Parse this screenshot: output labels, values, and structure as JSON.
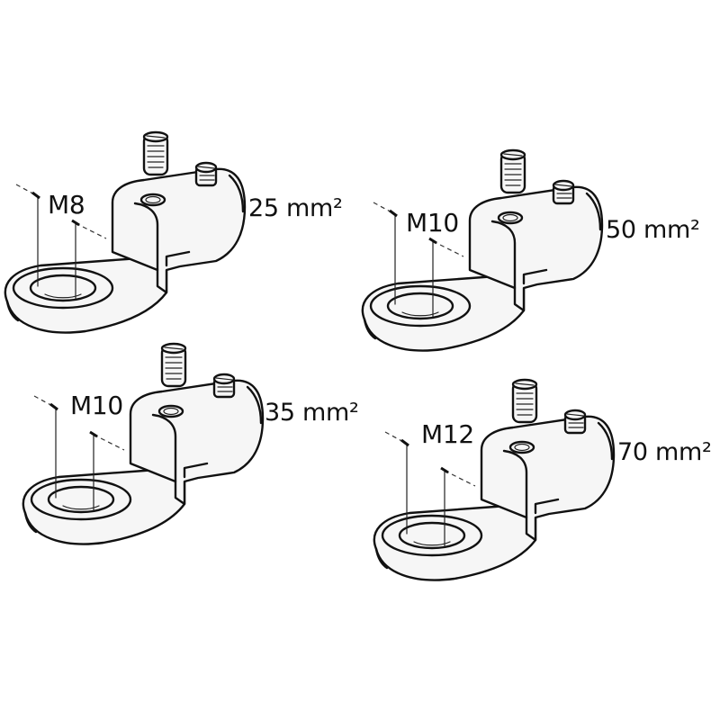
{
  "figure": {
    "description": "Cable lugs with set screws",
    "ink_color": "#111111",
    "background": "#ffffff"
  },
  "lugs": [
    {
      "thread": "M8",
      "cross_section": "25 mm²",
      "position": "top-left"
    },
    {
      "thread": "M10",
      "cross_section": "50 mm²",
      "position": "top-right"
    },
    {
      "thread": "M10",
      "cross_section": "35 mm²",
      "position": "bottom-left"
    },
    {
      "thread": "M12",
      "cross_section": "70 mm²",
      "position": "bottom-right"
    }
  ]
}
